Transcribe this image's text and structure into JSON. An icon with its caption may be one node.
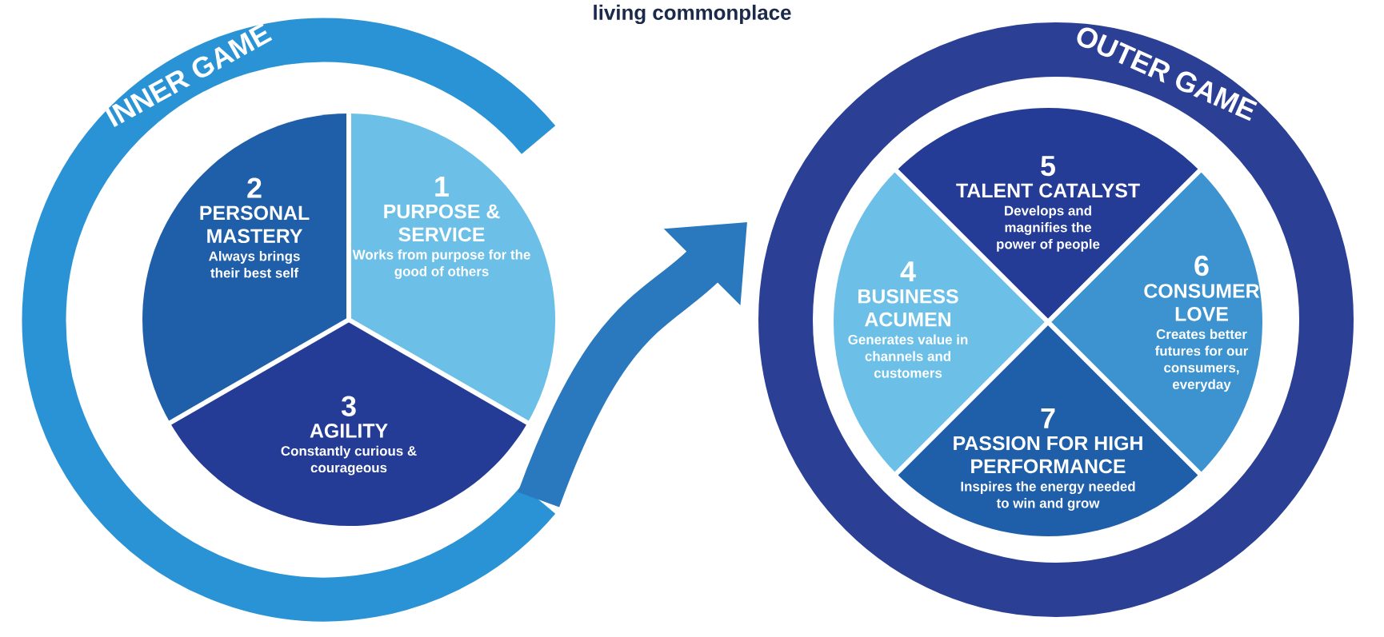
{
  "diagram": {
    "nodes": [
      {
        "text": [
          "INNER GAME"
        ]
      },
      {
        "text": [
          "1",
          "PURPOSE & SERVICE",
          "Works from purpose for the good of others"
        ],
        "in": 0
      },
      {
        "text": [
          "2",
          "PERSONAL MASTERY",
          "Always brings their best self"
        ],
        "in": 0
      },
      {
        "text": [
          "3",
          "AGILITY",
          "Constantly curious & courageous"
        ],
        "in": 0
      },
      {
        "text": [
          "OUTER GAME"
        ]
      },
      {
        "text": [
          "4",
          "BUSINESS ACUMEN",
          "Generates value in channels and customers"
        ],
        "in": 4
      },
      {
        "text": [
          "5",
          "TALENT CATALYST",
          "Develops and magnifies the power of people"
        ],
        "in": 4
      },
      {
        "text": [
          "6",
          "CONSUMER LOVE",
          "Creates better futures for our consumers, everyday"
        ],
        "in": 4
      },
      {
        "text": [
          "7",
          "PASSION FOR HIGH PERFORMANCE",
          "Inspires the energy needed to win and grow"
        ],
        "in": 4
      }
    ],
    "edges": [
      {
        "from": 0,
        "to": 4,
        "arrow": "to"
      }
    ],
    "labels": [
      "living commonplace"
    ]
  }
}
